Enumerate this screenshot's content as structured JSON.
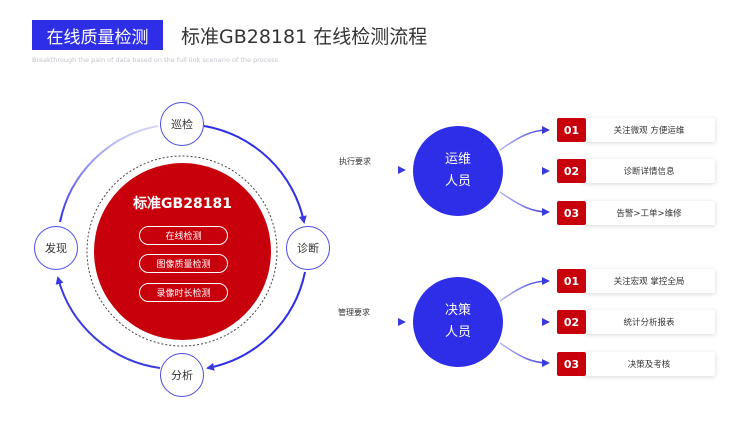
{
  "header": {
    "tag": "在线质量检测",
    "title": "标准GB28181 在线检测流程",
    "subtitle": "Breakthrough the pain of data based on the full link scenario of the process"
  },
  "core": {
    "title": "标准GB28181",
    "pills": [
      "在线检测",
      "图像质量检测",
      "录像时长检测"
    ]
  },
  "cycle": {
    "top": "巡检",
    "right": "诊断",
    "bottom": "分析",
    "left": "发现"
  },
  "flows": {
    "ops_request": "执行要求",
    "mgmt_request": "管理要求"
  },
  "roles": {
    "ops": {
      "line1": "运维",
      "line2": "人员"
    },
    "mgmt": {
      "line1": "决策",
      "line2": "人员"
    }
  },
  "ops_items": [
    {
      "num": "01",
      "text": "关注微观 方便运维"
    },
    {
      "num": "02",
      "text": "诊断详情信息"
    },
    {
      "num": "03",
      "text": "告警>工单>维修"
    }
  ],
  "mgmt_items": [
    {
      "num": "01",
      "text": "关注宏观 掌控全局"
    },
    {
      "num": "02",
      "text": "统计分析报表"
    },
    {
      "num": "03",
      "text": "决策及考核"
    }
  ],
  "colors": {
    "brand_blue": "#2e2ee8",
    "brand_red": "#c8000b",
    "line_blue": "#3a3ae0"
  }
}
